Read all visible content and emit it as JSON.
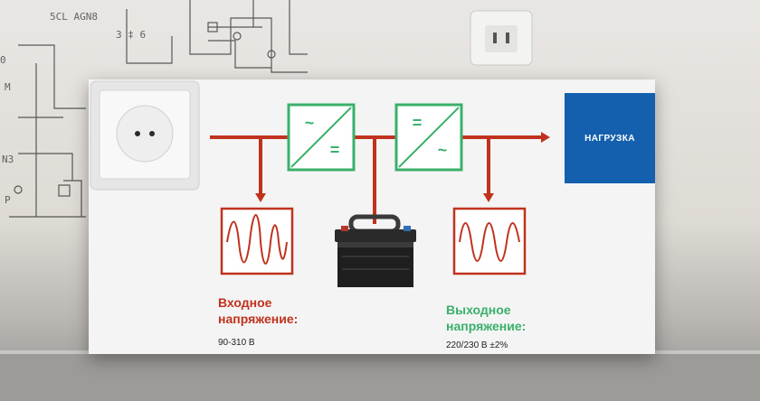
{
  "load": {
    "label": "НАГРУЗКА"
  },
  "converters": {
    "rectifier": {
      "top_symbol": "~",
      "bottom_symbol": "="
    },
    "inverter": {
      "top_symbol": "=",
      "bottom_symbol": "~"
    }
  },
  "input": {
    "title_line1": "Входное",
    "title_line2": "напряжение:",
    "range": "90-310 В"
  },
  "output": {
    "title_line1": "Выходное",
    "title_line2": "напряжение:",
    "range": "220/230 В ±2%"
  },
  "colors": {
    "line_red": "#c0321e",
    "converter_green": "#3ab06a",
    "input_text": "#c0321e",
    "output_text": "#3ab06a",
    "load_blue": "#1460ae"
  }
}
